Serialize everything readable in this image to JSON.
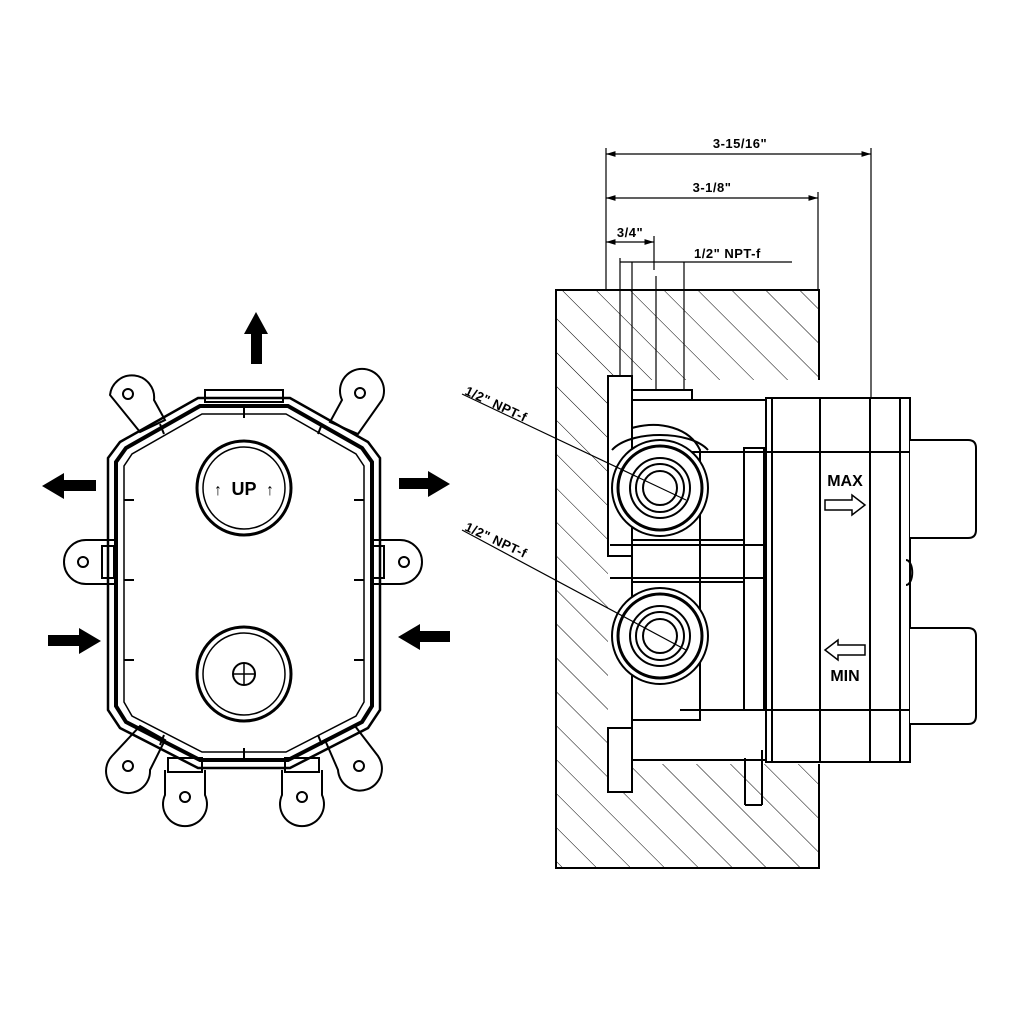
{
  "front_view": {
    "top_knob_label": "UP"
  },
  "side_view": {
    "dimensions": {
      "overall_depth": "3-15/16\"",
      "wall_depth": "3-1/8\"",
      "inlet_offset": "3/4\""
    },
    "connection_top": "1/2\"  NPT-f",
    "connection_upper_port": "1/2\"  NPT-f",
    "connection_lower_port": "1/2\"  NPT-f",
    "max_label": "MAX",
    "min_label": "MIN"
  },
  "colors": {
    "line": "#000000",
    "background": "#ffffff"
  }
}
